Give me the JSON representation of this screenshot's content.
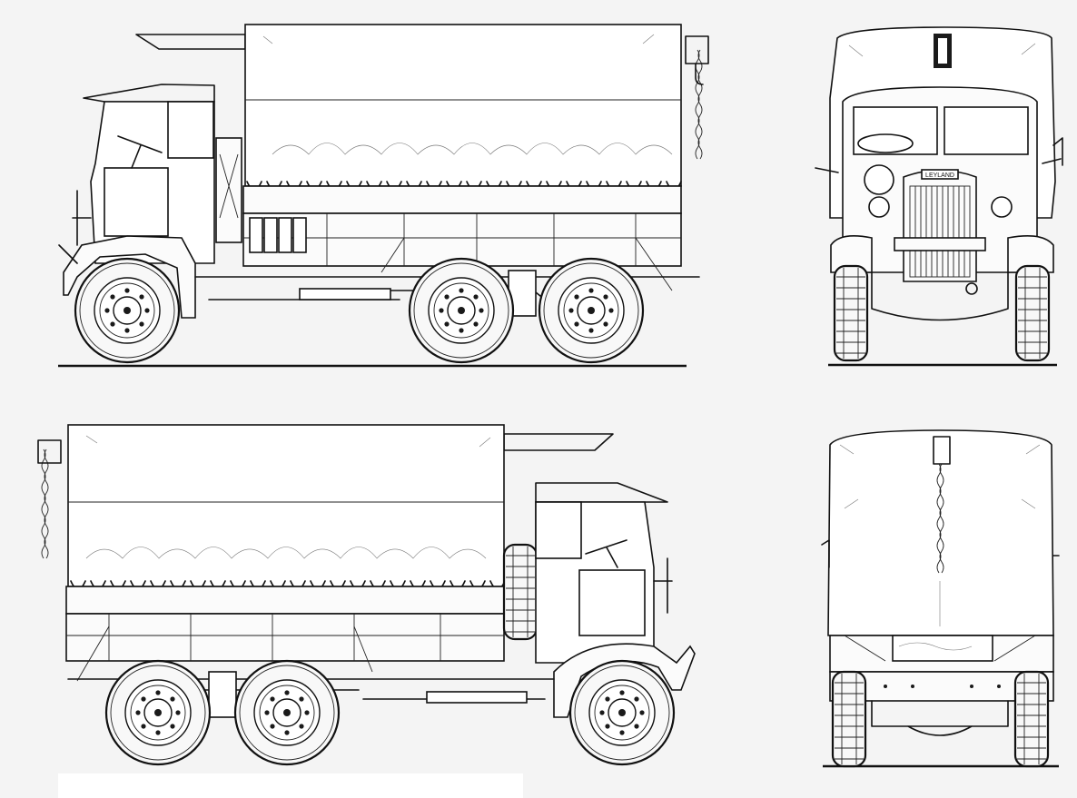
{
  "drawing": {
    "views": [
      {
        "id": "side-left",
        "wheels": 3
      },
      {
        "id": "front",
        "wheels": 2
      },
      {
        "id": "side-right",
        "wheels": 3
      },
      {
        "id": "rear",
        "wheels": 2
      }
    ],
    "front_badge": "LEYLAND",
    "colors": {
      "line": "#111111",
      "paper": "#f4f4f4",
      "canvas": "#ffffff"
    }
  }
}
